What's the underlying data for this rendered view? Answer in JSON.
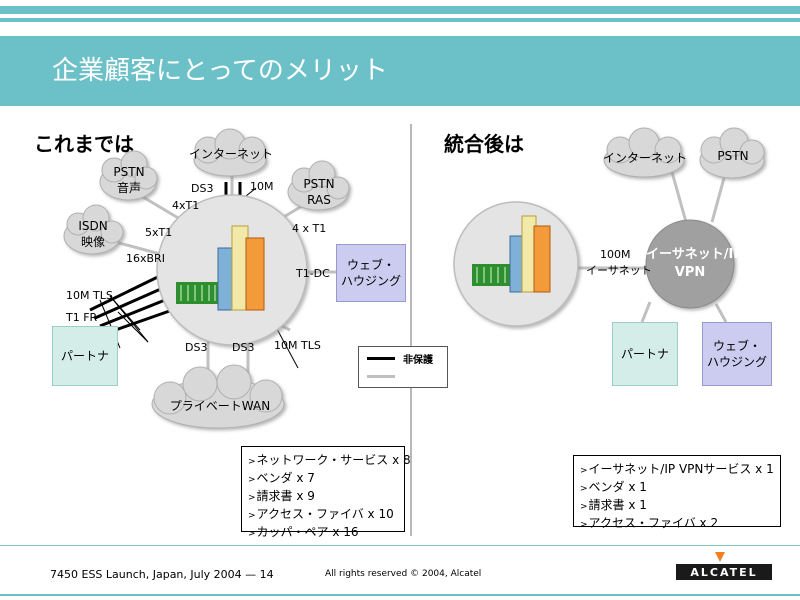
{
  "slide": {
    "title": "企業顧客にとってのメリット",
    "left_heading": "これまでは",
    "right_heading": "統合後は"
  },
  "before": {
    "clouds": {
      "internet": "インターネット",
      "pstn_voice_1": "PSTN",
      "pstn_voice_2": "音声",
      "pstn_ras_1": "PSTN",
      "pstn_ras_2": "RAS",
      "isdn_1": "ISDN",
      "isdn_2": "映像",
      "private_wan": "プライベートWAN"
    },
    "links": {
      "ds3_top": "DS3",
      "m10_top": "10M",
      "x4t1_left": "4xT1",
      "x4t1_right": "4 x T1",
      "x5t1": "5xT1",
      "x16bri": "16xBRI",
      "t1dc": "T1-DC",
      "tls10m_left": "10M TLS",
      "t1fr": "T1 FR",
      "ds3_bottom_left": "DS3",
      "ds3_bottom_right": "DS3",
      "tls10m_bottom": "10M TLS"
    },
    "boxes": {
      "partner": "パートナ",
      "web_1": "ウェブ・",
      "web_2": "ハウジング"
    },
    "legend": {
      "unprotected": "非保護"
    },
    "list": [
      "ネットワーク・サービス x 8",
      "ベンダ x 7",
      "請求書 x 9",
      "アクセス・ファイバ x 10",
      "カッパ・ペア x 16"
    ]
  },
  "after": {
    "clouds": {
      "internet": "インターネット",
      "pstn": "PSTN"
    },
    "vpn_1": "イーサネット/IP",
    "vpn_2": "VPN",
    "link_1": "100M",
    "link_2": "イーサネット",
    "boxes": {
      "partner": "パートナ",
      "web_1": "ウェブ・",
      "web_2": "ハウジング"
    },
    "list": [
      "イーサネット/IP VPNサービス x 1",
      "ベンダ x 1",
      "請求書 x 1",
      "アクセス・ファイバ x 2"
    ]
  },
  "list_bullet": ">",
  "footer": {
    "left": "7450 ESS Launch, Japan, July 2004 — 14",
    "middle": "All rights reserved © 2004, Alcatel",
    "logo": "ALCATEL"
  },
  "colors": {
    "accent": "#6cc0c8",
    "partner_box": "#d5ede8",
    "web_box": "#ccccf0",
    "vpn_circle": "#a0a0a0",
    "cloud": "#d8d8d8",
    "logo_mark": "#f08020"
  }
}
